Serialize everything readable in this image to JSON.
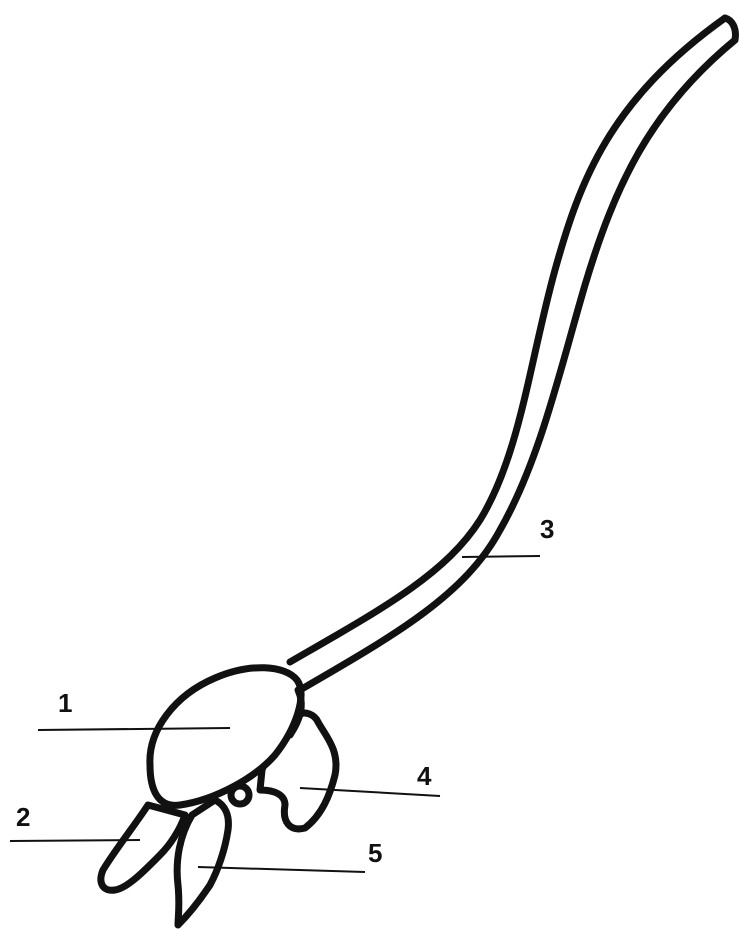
{
  "diagram": {
    "labels": [
      {
        "id": "1",
        "text": "1"
      },
      {
        "id": "2",
        "text": "2"
      },
      {
        "id": "3",
        "text": "3"
      },
      {
        "id": "4",
        "text": "4"
      },
      {
        "id": "5",
        "text": "5"
      }
    ],
    "stroke_color": "#111111",
    "background": "#ffffff"
  }
}
